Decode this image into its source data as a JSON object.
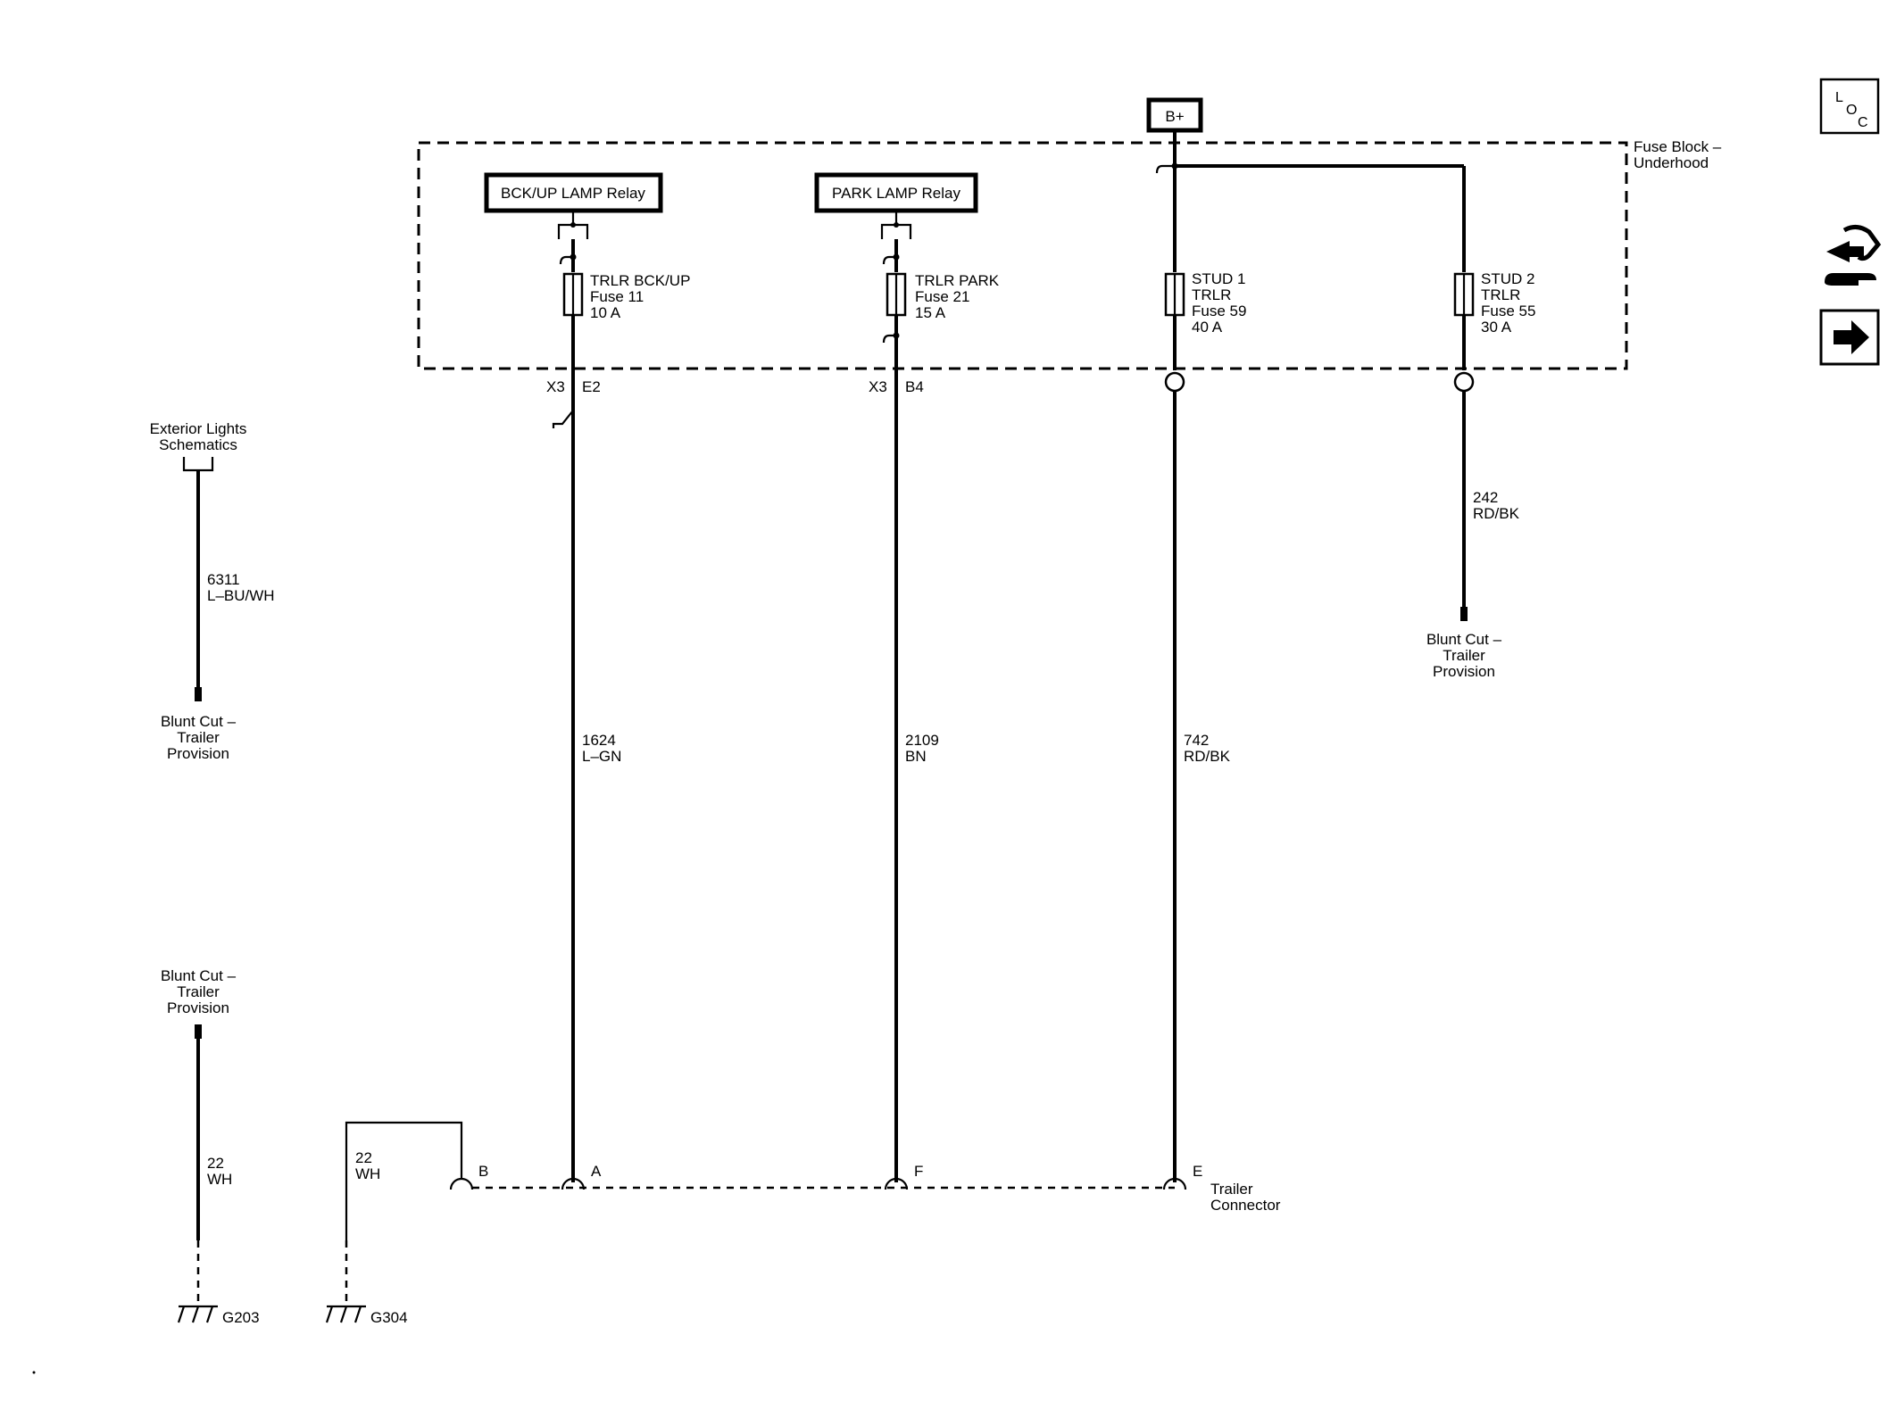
{
  "power": {
    "bplus": "B+"
  },
  "fuse_block": {
    "line1": "Fuse Block –",
    "line2": "Underhood"
  },
  "relays": {
    "backup": "BCK/UP LAMP Relay",
    "park": "PARK LAMP Relay"
  },
  "fuses": {
    "f11": {
      "line1": "TRLR BCK/UP",
      "line2": "Fuse 11",
      "line3": "10 A"
    },
    "f21": {
      "line1": "TRLR PARK",
      "line2": "Fuse 21",
      "line3": "15 A"
    },
    "f59": {
      "line1": "STUD 1",
      "line2": "TRLR",
      "line3": "Fuse 59",
      "line4": "40 A"
    },
    "f55": {
      "line1": "STUD 2",
      "line2": "TRLR",
      "line3": "Fuse 55",
      "line4": "30 A"
    }
  },
  "connectors": {
    "x3a": "X3",
    "e2": "E2",
    "x3b": "X3",
    "b4": "B4"
  },
  "wires": {
    "w6311": {
      "circuit": "6311",
      "color": "L–BU/WH"
    },
    "w1624": {
      "circuit": "1624",
      "color": "L–GN"
    },
    "w2109": {
      "circuit": "2109",
      "color": "BN"
    },
    "w742": {
      "circuit": "742",
      "color": "RD/BK"
    },
    "w242": {
      "circuit": "242",
      "color": "RD/BK"
    },
    "w22a": {
      "circuit": "22",
      "color": "WH"
    },
    "w22b": {
      "circuit": "22",
      "color": "WH"
    }
  },
  "exterior_lights": {
    "line1": "Exterior Lights",
    "line2": "Schematics"
  },
  "blunt_cut": {
    "left_top": {
      "line1": "Blunt Cut –",
      "line2": "Trailer",
      "line3": "Provision"
    },
    "left_bottom": {
      "line1": "Blunt Cut –",
      "line2": "Trailer",
      "line3": "Provision"
    },
    "right": {
      "line1": "Blunt Cut –",
      "line2": "Trailer",
      "line3": "Provision"
    }
  },
  "trailer_connector": {
    "line1": "Trailer",
    "line2": "Connector",
    "pins": {
      "b": "B",
      "a": "A",
      "f": "F",
      "e": "E"
    }
  },
  "grounds": {
    "g203": "G203",
    "g304": "G304"
  },
  "loc_icon": {
    "l": "L",
    "o": "O",
    "c": "C"
  },
  "icons": [
    "loc-icon",
    "component-info-icon",
    "next-page-icon"
  ]
}
